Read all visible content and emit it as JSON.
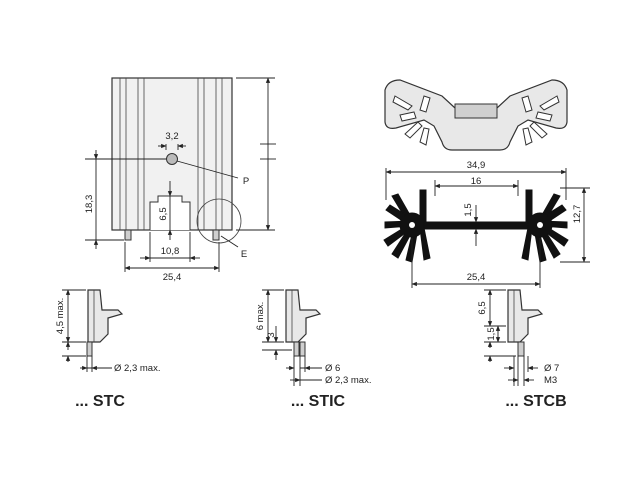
{
  "front_view": {
    "dim_hole_width": "3,2",
    "dim_height": "18,3",
    "dim_slot": "6,5",
    "dim_pin_spacing": "10,8",
    "dim_base_width": "25,4",
    "label_p": "P",
    "label_e": "E"
  },
  "profile_view": {
    "dim_total_width": "34,9",
    "dim_inner_width": "16",
    "dim_thickness": "1,5",
    "dim_height": "12,7",
    "dim_pin_spacing": "25,4"
  },
  "variants": [
    {
      "label": "... STC",
      "dims": [
        "4,5 max.",
        "Ø 2,3 max."
      ]
    },
    {
      "label": "... STIC",
      "dims": [
        "6 max.",
        "3",
        "Ø 6",
        "Ø 2,3 max."
      ]
    },
    {
      "label": "... STCB",
      "dims": [
        "6,5",
        "1,5",
        "Ø 7",
        "M3"
      ]
    }
  ],
  "colors": {
    "line": "#222222",
    "part_fill": "#e8e8e8",
    "part_dark": "#cfcfcf",
    "profile_black": "#111111"
  }
}
